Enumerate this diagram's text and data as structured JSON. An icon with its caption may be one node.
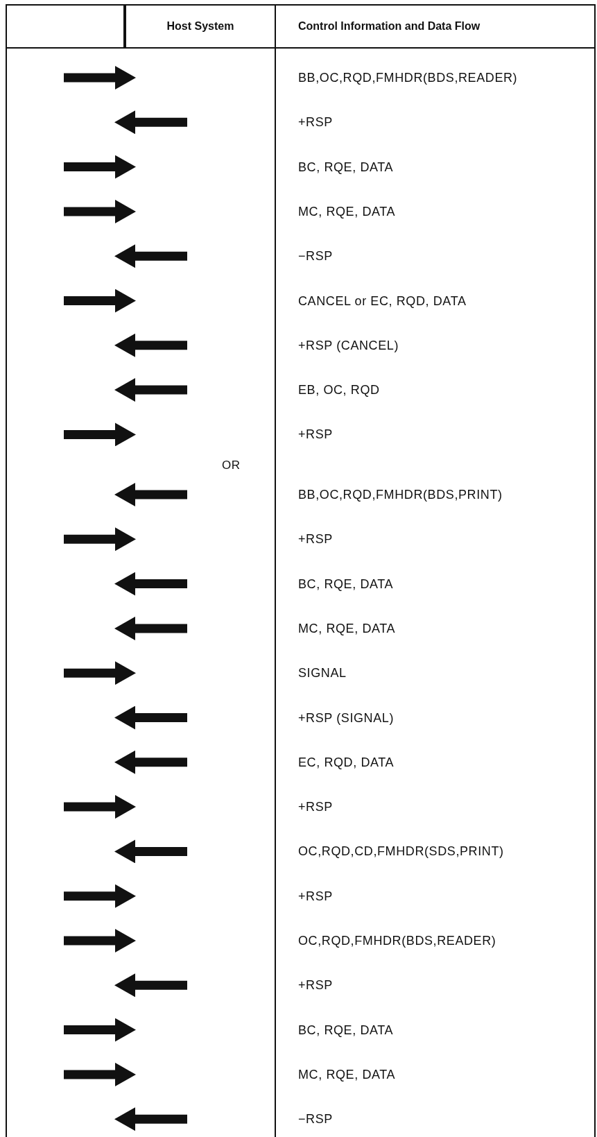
{
  "diagram": {
    "nodes": [
      {
        "text": [],
        "shape": "box"
      },
      {
        "text": [
          "Host System"
        ]
      },
      {
        "text": [
          "Control Information and Data Flow"
        ]
      },
      {
        "text": [
          "BB,OC,RQD,FMHDR(BDS,READER)"
        ],
        "in": 2
      },
      {
        "text": [
          "+RSP"
        ],
        "in": 2
      },
      {
        "text": [
          "BC, RQE, DATA"
        ],
        "in": 2
      },
      {
        "text": [
          "MC, RQE, DATA"
        ],
        "in": 2
      },
      {
        "text": [
          "−RSP"
        ],
        "in": 2
      },
      {
        "text": [
          "CANCEL or EC, RQD, DATA"
        ],
        "in": 2
      },
      {
        "text": [
          "+RSP (CANCEL)"
        ],
        "in": 2
      },
      {
        "text": [
          "EB, OC, RQD"
        ],
        "in": 2
      },
      {
        "text": [
          "+RSP"
        ],
        "in": 2
      },
      {
        "text": [
          "BB,OC,RQD,FMHDR(BDS,PRINT)"
        ],
        "in": 2
      },
      {
        "text": [
          "+RSP"
        ],
        "in": 2
      },
      {
        "text": [
          "BC, RQE, DATA"
        ],
        "in": 2
      },
      {
        "text": [
          "MC, RQE, DATA"
        ],
        "in": 2
      },
      {
        "text": [
          "SIGNAL"
        ],
        "in": 2
      },
      {
        "text": [
          "+RSP (SIGNAL)"
        ],
        "in": 2
      },
      {
        "text": [
          "EC, RQD, DATA"
        ],
        "in": 2
      },
      {
        "text": [
          "+RSP"
        ],
        "in": 2
      },
      {
        "text": [
          "OC,RQD,CD,FMHDR(SDS,PRINT)"
        ],
        "in": 2
      },
      {
        "text": [
          "+RSP"
        ],
        "in": 2
      },
      {
        "text": [
          "OC,RQD,FMHDR(BDS,READER)"
        ],
        "in": 2
      },
      {
        "text": [
          "+RSP"
        ],
        "in": 2
      },
      {
        "text": [
          "BC, RQE, DATA"
        ],
        "in": 2
      },
      {
        "text": [
          "MC, RQE, DATA"
        ],
        "in": 2
      },
      {
        "text": [
          "−RSP"
        ],
        "in": 2
      }
    ],
    "edges": [
      {
        "from": 0,
        "to": 1,
        "arrow": "to"
      },
      {
        "from": 1,
        "to": 0,
        "arrow": "to"
      },
      {
        "from": 0,
        "to": 1,
        "arrow": "to"
      },
      {
        "from": 0,
        "to": 1,
        "arrow": "to"
      },
      {
        "from": 1,
        "to": 0,
        "arrow": "to"
      },
      {
        "from": 0,
        "to": 1,
        "arrow": "to"
      },
      {
        "from": 1,
        "to": 0,
        "arrow": "to"
      },
      {
        "from": 1,
        "to": 0,
        "arrow": "to"
      },
      {
        "from": 0,
        "to": 1,
        "arrow": "to"
      },
      {
        "from": 1,
        "to": 0,
        "arrow": "to"
      },
      {
        "from": 0,
        "to": 1,
        "arrow": "to"
      },
      {
        "from": 1,
        "to": 0,
        "arrow": "to"
      },
      {
        "from": 1,
        "to": 0,
        "arrow": "to"
      },
      {
        "from": 0,
        "to": 1,
        "arrow": "to"
      },
      {
        "from": 1,
        "to": 0,
        "arrow": "to"
      },
      {
        "from": 1,
        "to": 0,
        "arrow": "to"
      },
      {
        "from": 0,
        "to": 1,
        "arrow": "to"
      },
      {
        "from": 1,
        "to": 0,
        "arrow": "to"
      },
      {
        "from": 0,
        "to": 1,
        "arrow": "to"
      },
      {
        "from": 0,
        "to": 1,
        "arrow": "to"
      },
      {
        "from": 1,
        "to": 0,
        "arrow": "to"
      },
      {
        "from": 0,
        "to": 1,
        "arrow": "to"
      },
      {
        "from": 0,
        "to": 1,
        "arrow": "to"
      },
      {
        "from": 1,
        "to": 0,
        "arrow": "to"
      }
    ],
    "labels": [
      "OR"
    ]
  }
}
